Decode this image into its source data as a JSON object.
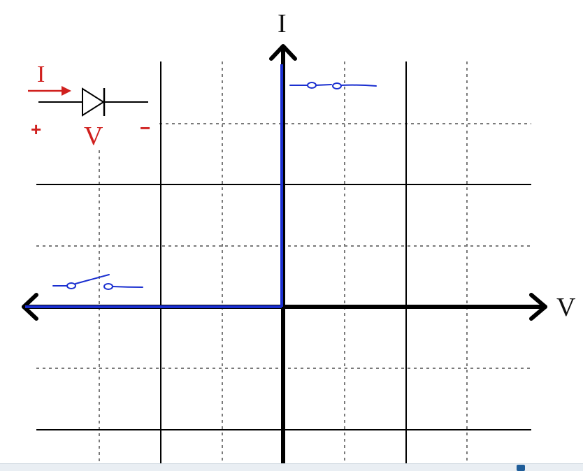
{
  "axes": {
    "x_label": "V",
    "y_label": "I"
  },
  "symbol": {
    "current_label": "I",
    "voltage_label": "V",
    "plus_sign": "+",
    "minus_sign": "−"
  },
  "colors": {
    "grid": "#000000",
    "dashed_grid": "#7a7a7a",
    "curve": "#1a2fd0",
    "annotation": "#d0201e"
  }
}
